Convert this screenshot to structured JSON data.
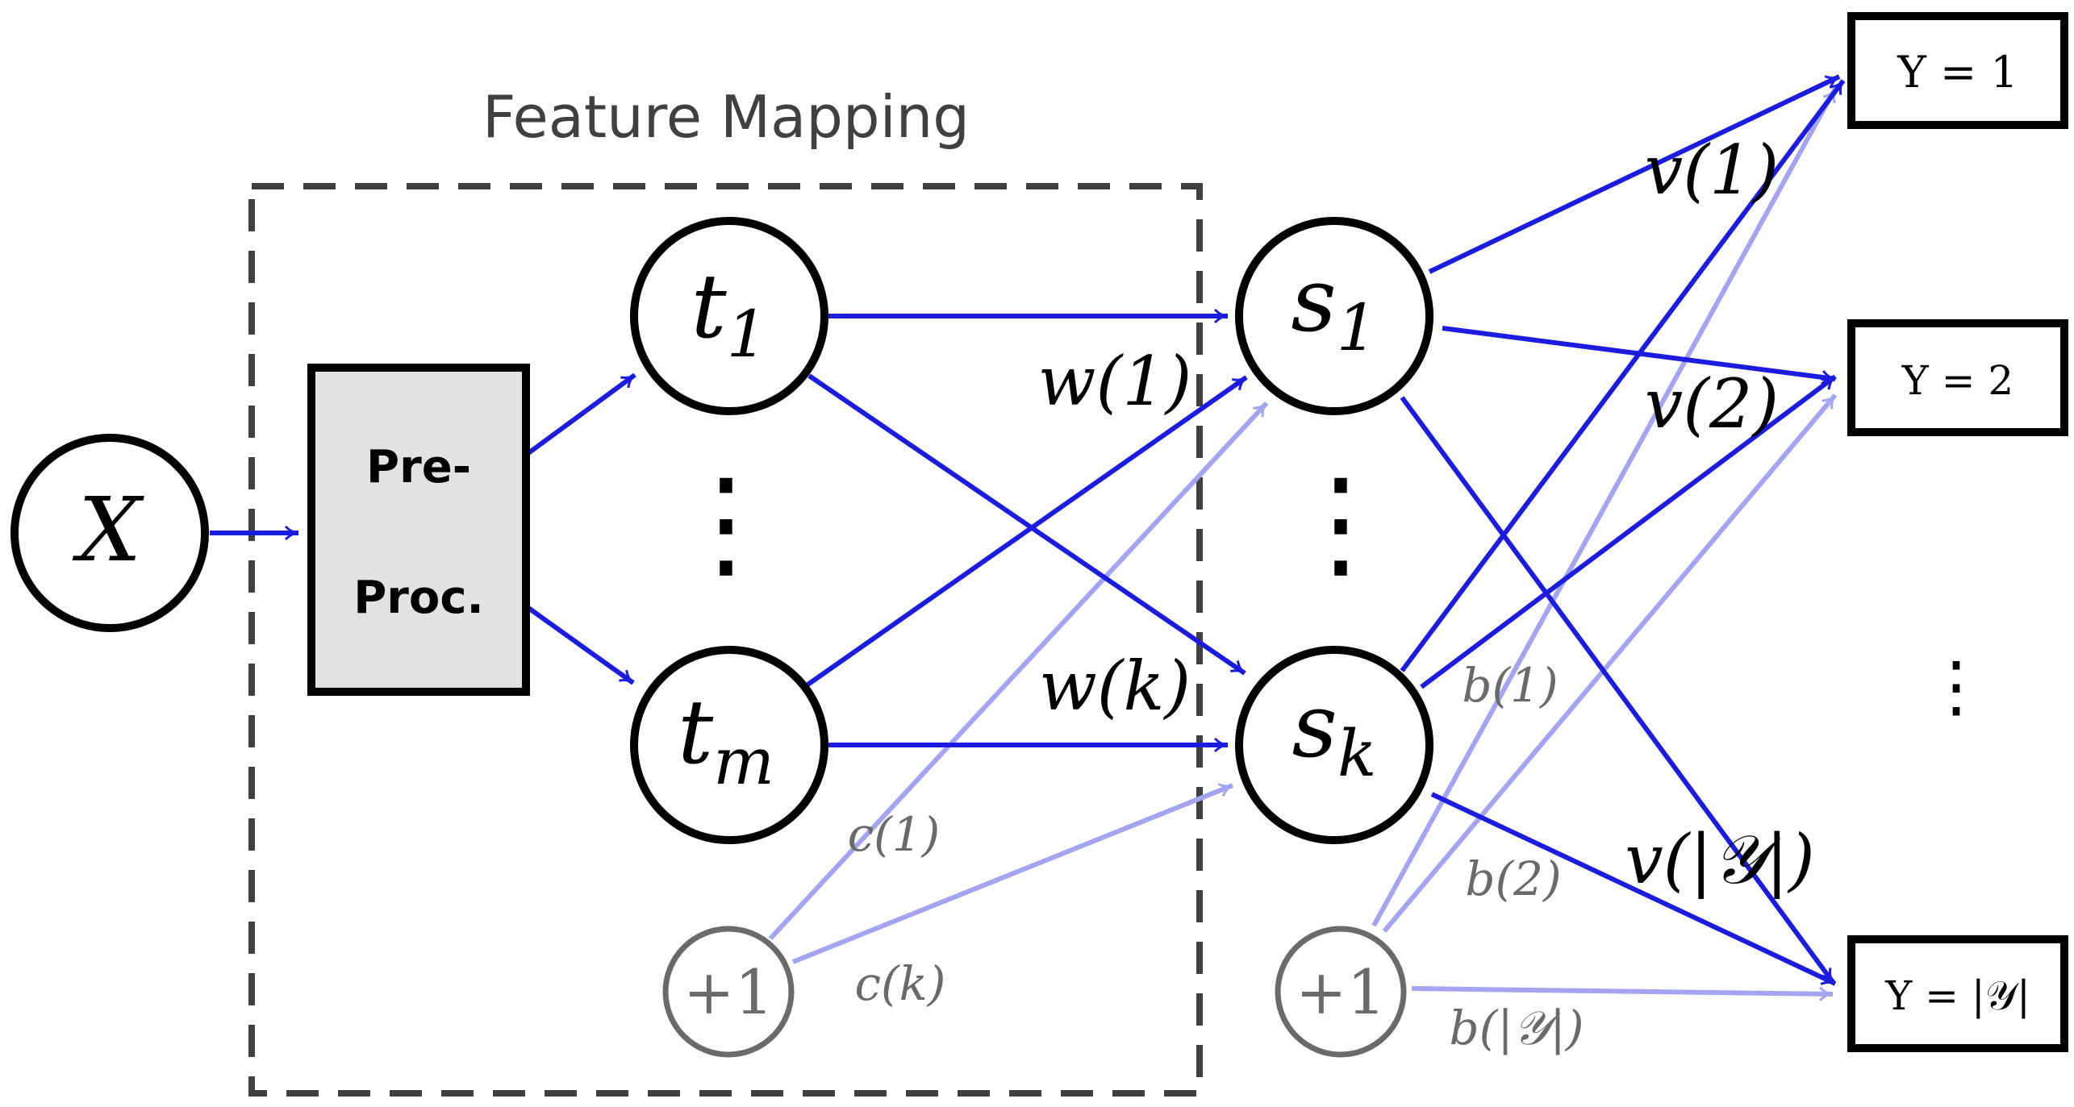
{
  "colors": {
    "edge_main": "#1c1ce0",
    "edge_bias": "#a4a4f2",
    "node_stroke": "#000000",
    "bias_stroke": "#6a6a6a",
    "bias_label": "#6a6a6a",
    "box_fill": "#e2e2e2",
    "dashed_box": "#404040",
    "title_text": "#404040"
  },
  "feature_box": {
    "title": "Feature Mapping"
  },
  "input": {
    "label": "X"
  },
  "preproc": {
    "line1": "Pre-",
    "line2": "Proc."
  },
  "t_nodes": {
    "first": {
      "base": "t",
      "sub": "1"
    },
    "last": {
      "base": "t",
      "sub": "m"
    },
    "dots": "⋮"
  },
  "s_nodes": {
    "first": {
      "base": "s",
      "sub": "1"
    },
    "last": {
      "base": "s",
      "sub": "k"
    },
    "dots": "⋮"
  },
  "bias_nodes": {
    "left": "+1",
    "right": "+1"
  },
  "outputs": {
    "y1": "Y = 1",
    "y2": "Y = 2",
    "yN": "Y = |𝒴|",
    "dots": "⋮"
  },
  "weight_labels": {
    "w1": "w(1)",
    "wk": "w(k)",
    "c1": "c(1)",
    "ck": "c(k)",
    "v1": "v(1)",
    "v2": "v(2)",
    "vN": "v(|𝒴|)",
    "b1": "b(1)",
    "b2": "b(2)",
    "bN": "b(|𝒴|)"
  }
}
